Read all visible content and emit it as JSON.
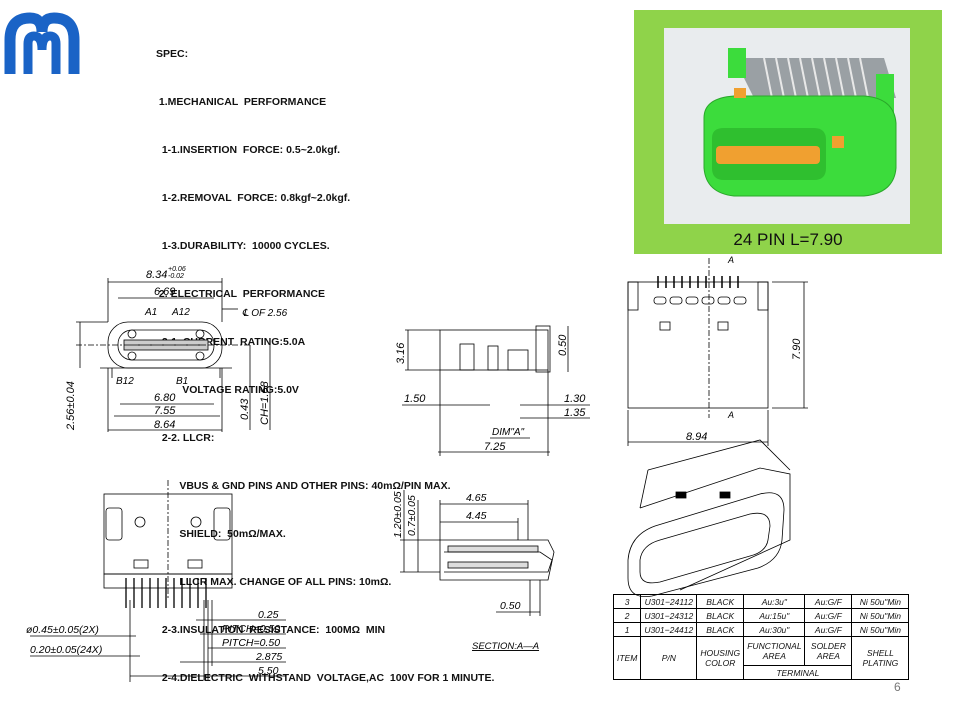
{
  "spec": {
    "lines": [
      "SPEC:",
      " 1.MECHANICAL  PERFORMANCE",
      "  1-1.INSERTION  FORCE: 0.5~2.0kgf.",
      "  1-2.REMOVAL  FORCE: 0.8kgf~2.0kgf.",
      "  1-3.DURABILITY:  10000 CYCLES.",
      " 2. ELECTRICAL  PERFORMANCE",
      "  2-1. CURRENT  RATING:5.0A",
      "         VOLTAGE RATING:5.0V",
      "  2-2. LLCR:",
      "        VBUS & GND PINS AND OTHER PINS: 40mΩ/PIN MAX.",
      "        SHIELD:  50mΩ/MAX.",
      "        LLCR MAX. CHANGE OF ALL PINS: 10mΩ.",
      "  2-3.INSULATION  RESISTANCE:  100MΩ  MIN",
      "  2-4.DIELECTRIC  WITHSTAND  VOLTAGE,AC  100V FOR 1 MINUTE."
    ]
  },
  "photo": {
    "caption": "24 PIN L=7.90"
  },
  "dims": {
    "d834": "8.34",
    "d834_tol_up": "+0.06",
    "d834_tol_dn": "-0.02",
    "d669": "6.69",
    "a1": "A1",
    "a12": "A12",
    "cl": "℄  OF  2.56",
    "b12": "B12",
    "b1": "B1",
    "d680": "6.80",
    "d755": "7.55",
    "d864": "8.64",
    "d256": "2.56±0.04",
    "d043": "0.43",
    "ch": "CH=1.68",
    "d316": "3.16",
    "d050v": "0.50",
    "d150": "1.50",
    "d130": "1.30",
    "d135": "1.35",
    "dima": "DIM\"A\"",
    "d725": "7.25",
    "secA_top": "A",
    "secA_bot": "A",
    "d790": "7.90",
    "d894": "8.94",
    "d120": "1.20±0.05",
    "d07": "0.7±0.05",
    "d465": "4.65",
    "d445": "4.45",
    "d050h": "0.50",
    "section": "SECTION:A—A",
    "d025": "0.25",
    "pitch1": "PITCH=0.50",
    "pitch2": "PITCH=0.50",
    "d2875": "2.875",
    "d550": "5.50",
    "hole2x": "ø0.45±0.05(2X)",
    "pad24x": "0.20±0.05(24X)"
  },
  "bom": {
    "rows": [
      {
        "item": "3",
        "pn": "U301−24112",
        "color": "BLACK",
        "func": "Au:3u\"",
        "solder": "Au:G/F",
        "shell": "Ni 50u\"Min"
      },
      {
        "item": "2",
        "pn": "U301−24312",
        "color": "BLACK",
        "func": "Au:15u\"",
        "solder": "Au:G/F",
        "shell": "Ni 50u\"Min"
      },
      {
        "item": "1",
        "pn": "U301−24412",
        "color": "BLACK",
        "func": "Au:30u\"",
        "solder": "Au:G/F",
        "shell": "Ni 50u\"Min"
      }
    ],
    "headers": {
      "item": "ITEM",
      "pn": "P/N",
      "housing": "HOUSING COLOR",
      "func": "FUNCTIONAL AREA",
      "solder": "SOLDER AREA",
      "terminal": "TERMINAL",
      "shell": "SHELL PLATING"
    }
  },
  "page_number": "6",
  "colors": {
    "logo": "#1a63c6",
    "photo_bg": "#8fd34a",
    "connector": "#3cdc3c"
  }
}
